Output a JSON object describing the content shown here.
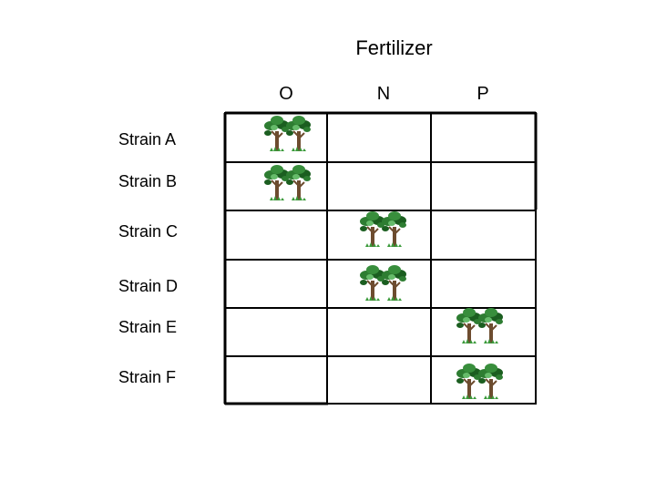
{
  "title": "Fertilizer",
  "columns": [
    "O",
    "N",
    "P"
  ],
  "rows": [
    "Strain A",
    "Strain B",
    "Strain C",
    "Strain D",
    "Strain E",
    "Strain F"
  ],
  "assignments": [
    0,
    0,
    1,
    1,
    2,
    2
  ],
  "icon": "tree-pair-icon",
  "colors": {
    "grid": "#000000",
    "leaf": "#2e7d32",
    "leaf_light": "#66bb6a",
    "trunk": "#6d4c2f",
    "grass": "#3a9a3a"
  }
}
